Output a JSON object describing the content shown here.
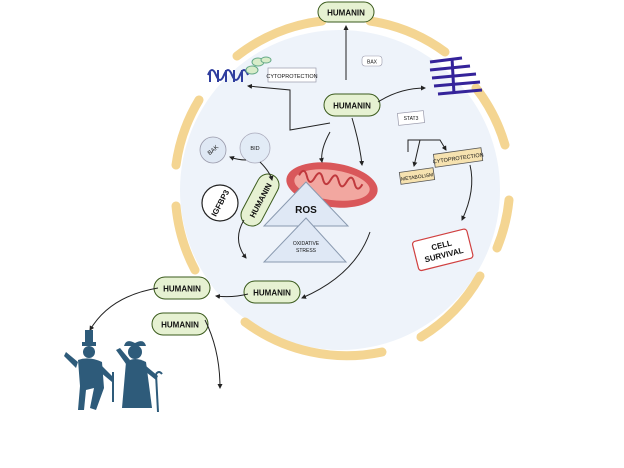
{
  "labels": {
    "humanin": "HUMANIN",
    "cytoprotection": "CYTOPROTECTION",
    "ros": "ROS",
    "oxidative_stress_line1": "OXIDATIVE",
    "oxidative_stress_line2": "STRESS",
    "igfbp3": "IGFBP3",
    "bax": "BAX",
    "bid": "BID",
    "bak": "BAK",
    "stat3": "STAT3",
    "metabolism": "METABOLISM",
    "cell_survival_line1": "CELL",
    "cell_survival_line2": "SURVIVAL"
  },
  "colors": {
    "membrane": "#f4d592",
    "cytoplasm": "#eef3fa",
    "humanin_fill": "#e6f1d2",
    "humanin_stroke": "#3a5a1c",
    "receptor_left": "#2f3d9e",
    "receptor_right": "#34239a",
    "mitochondria": "#d9575a",
    "survival_border": "#d04040",
    "people": "#2e5b7a"
  }
}
